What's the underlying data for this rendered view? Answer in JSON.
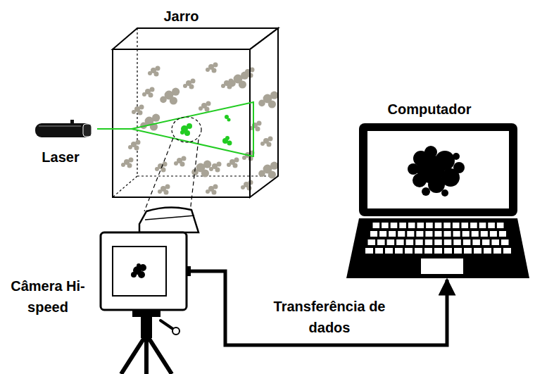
{
  "diagram": {
    "nodes": [
      {
        "text": [
          "Jarro"
        ]
      },
      {
        "text": [
          "Laser"
        ]
      },
      {
        "text": [
          "Computador"
        ]
      },
      {
        "text": [
          "Câmera Hi-speed"
        ]
      }
    ],
    "edges": [
      {
        "from": 1,
        "to": 0,
        "arrow": "none"
      },
      {
        "from": 3,
        "to": 2,
        "label": "Transferência de dados",
        "arrow": "to"
      }
    ]
  }
}
